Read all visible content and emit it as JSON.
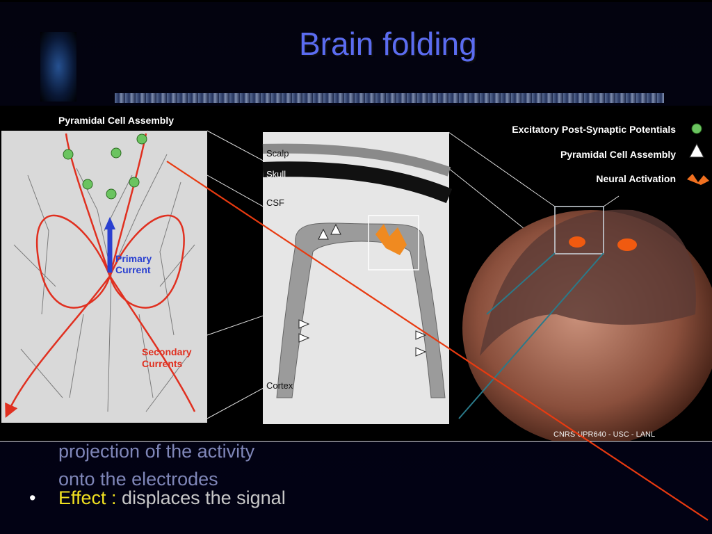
{
  "slide": {
    "title": "Brain folding"
  },
  "figure": {
    "left_label": "Pyramidal Cell Assembly",
    "primary_current": [
      "Primary",
      "Current"
    ],
    "secondary_currents": [
      "Secondary",
      "Currents"
    ],
    "layers": {
      "scalp": "Scalp",
      "skull": "Skull",
      "csf": "CSF",
      "cortex": "Cortex"
    },
    "legend": [
      {
        "label": "Excitatory Post-Synaptic Potentials",
        "icon": "green-dot-icon"
      },
      {
        "label": "Pyramidal Cell Assembly",
        "icon": "pyramidal-cell-icon"
      },
      {
        "label": "Neural Activation",
        "icon": "activation-icon"
      }
    ],
    "credit": "CNRS UPR640 - USC - LANL"
  },
  "text": {
    "line1": "projection of the activity",
    "line2": "onto the electrodes",
    "bullet_key": "Effect :",
    "bullet_rest": " displaces the signal"
  },
  "colors": {
    "title": "#5b6cf0",
    "red": "#e03020",
    "bullet_key": "#f0e020"
  }
}
